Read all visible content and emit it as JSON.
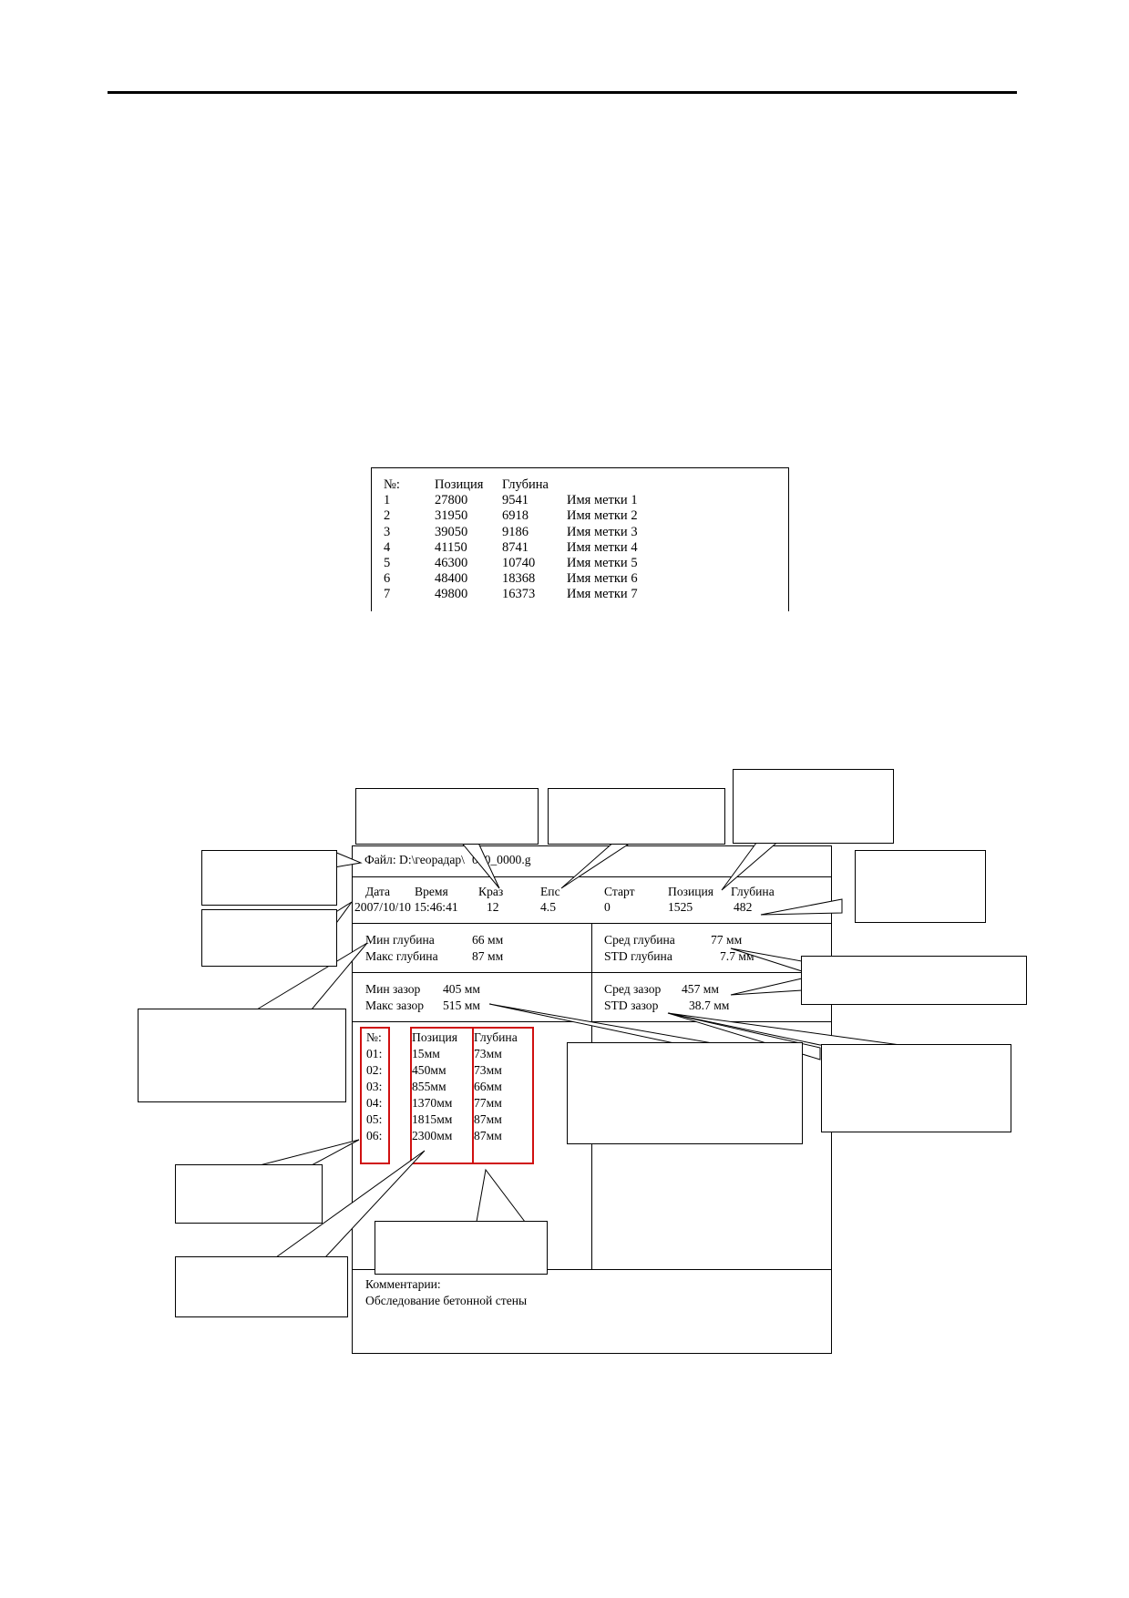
{
  "markers_table": {
    "headers": [
      "№:",
      "Позиция",
      "Глубина",
      ""
    ],
    "rows": [
      [
        "1",
        "27800",
        "9541",
        "Имя метки 1"
      ],
      [
        "2",
        "31950",
        "6918",
        "Имя метки 2"
      ],
      [
        "3",
        "39050",
        "9186",
        "Имя метки 3"
      ],
      [
        "4",
        "41150",
        "8741",
        "Имя метки 4"
      ],
      [
        "5",
        "46300",
        "10740",
        "Имя метки 5"
      ],
      [
        "6",
        "48400",
        "18368",
        "Имя метки 6"
      ],
      [
        "7",
        "49800",
        "16373",
        "Имя метки 7"
      ]
    ]
  },
  "report": {
    "file_label": "Файл: D:\\георадар\\",
    "file_tail": "000_0000.g",
    "header_labels": [
      "Дата",
      "Время",
      "Краз",
      "Епс",
      "Старт",
      "Позиция",
      "Глубина"
    ],
    "header_values": [
      "2007/10/10 15:46:41",
      "12",
      "4.5",
      "0",
      "1525",
      "482"
    ],
    "depth_left": [
      {
        "label": "Мин глубина",
        "value": "66 мм"
      },
      {
        "label": "Макс глубина",
        "value": "87 мм"
      }
    ],
    "depth_right": [
      {
        "label": "Сред глубина",
        "value": "77 мм"
      },
      {
        "label": "STD глубина",
        "value": "7.7 мм"
      }
    ],
    "gap_left": [
      {
        "label": "Мин зазор",
        "value": "405 мм"
      },
      {
        "label": "Макс зазор",
        "value": "515 мм"
      }
    ],
    "gap_right": [
      {
        "label": "Сред зазор",
        "value": "457 мм"
      },
      {
        "label": "STD зазор",
        "value": "38.7 мм"
      }
    ],
    "points_headers": [
      "№:",
      "Позиция",
      "Глубина"
    ],
    "points": [
      [
        "01:",
        "15мм",
        "73мм"
      ],
      [
        "02:",
        "450мм",
        "73мм"
      ],
      [
        "03:",
        "855мм",
        "66мм"
      ],
      [
        "04:",
        "1370мм",
        "77мм"
      ],
      [
        "05:",
        "1815мм",
        "87мм"
      ],
      [
        "06:",
        "2300мм",
        "87мм"
      ]
    ],
    "comment_label": "Комментарии:",
    "comment_text": "Обследование бетонной стены"
  },
  "colors": {
    "highlight": "#d01010",
    "line": "#000000"
  }
}
